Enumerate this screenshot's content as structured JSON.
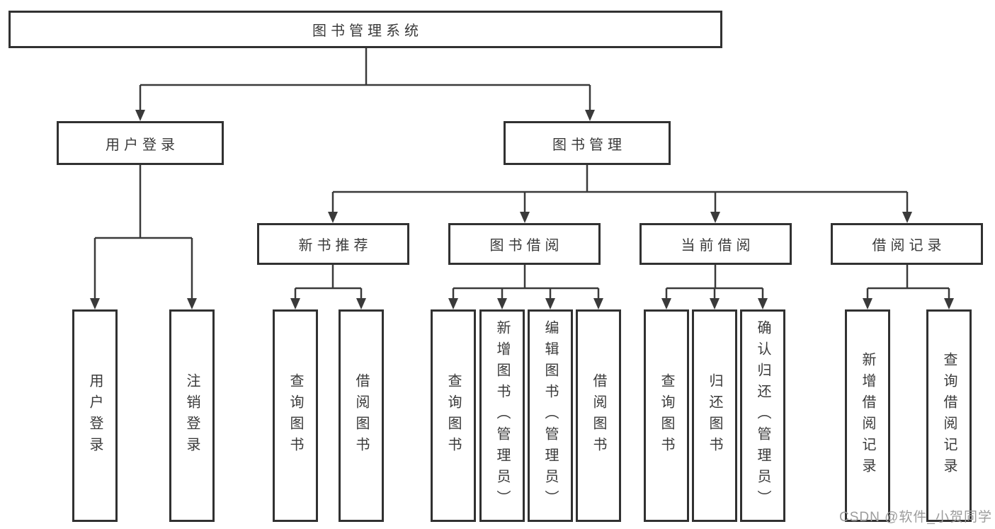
{
  "tree": {
    "label": "图书管理系统",
    "children": [
      {
        "label": "用户登录",
        "children": [
          {
            "label": "用户登录"
          },
          {
            "label": "注销登录"
          }
        ]
      },
      {
        "label": "图书管理",
        "children": [
          {
            "label": "新书推荐",
            "children": [
              {
                "label": "查询图书"
              },
              {
                "label": "借阅图书"
              }
            ]
          },
          {
            "label": "图书借阅",
            "children": [
              {
                "label": "查询图书"
              },
              {
                "label": "新增图书（管理员）"
              },
              {
                "label": "编辑图书（管理员）"
              },
              {
                "label": "借阅图书"
              }
            ]
          },
          {
            "label": "当前借阅",
            "children": [
              {
                "label": "查询图书"
              },
              {
                "label": "归还图书"
              },
              {
                "label": "确认归还（管理员）"
              }
            ]
          },
          {
            "label": "借阅记录",
            "children": [
              {
                "label": "新增借阅记录"
              },
              {
                "label": "查询借阅记录"
              }
            ]
          }
        ]
      }
    ]
  },
  "watermark": {
    "text": "CSDN @软件_小贺同学",
    "color": "#9c9c9c"
  },
  "colors": {
    "line": "#3a3a3a",
    "box_border": "#313131",
    "text": "#3a3a3a",
    "background": "#ffffff"
  }
}
